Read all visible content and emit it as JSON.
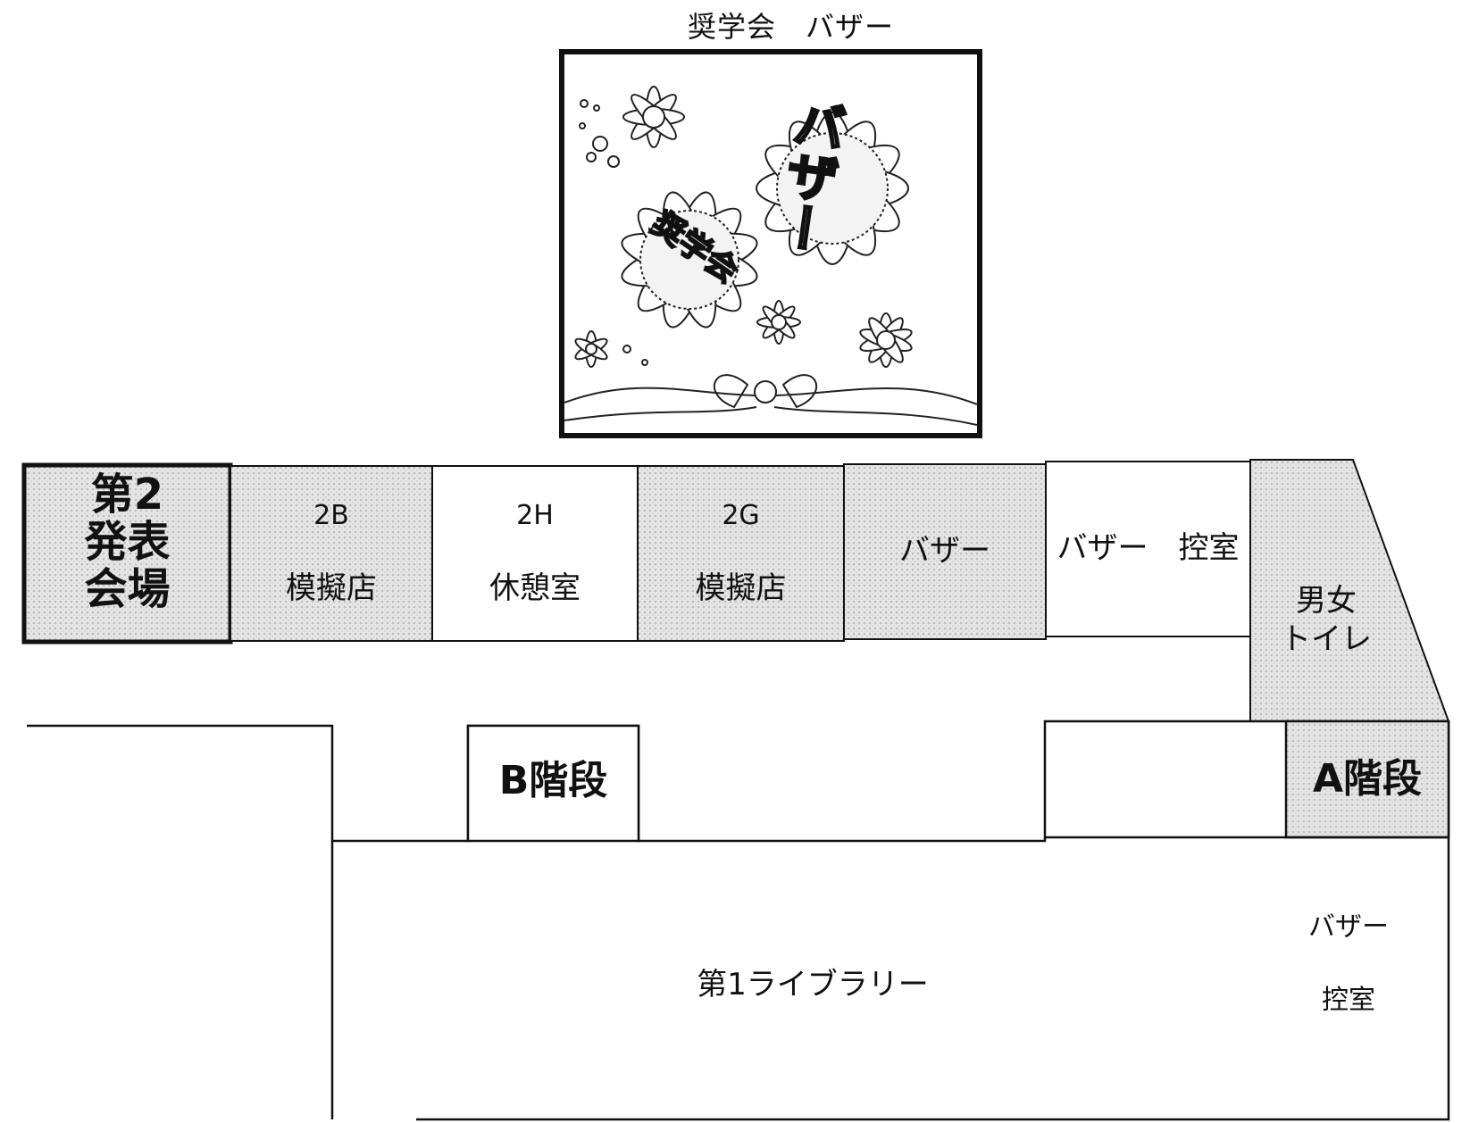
{
  "poster": {
    "title": "奨学会　バザー",
    "art_text_left": "奨学会",
    "art_text_right": "バザー"
  },
  "hall2": {
    "line1": "第2",
    "line2": "発表",
    "line3": "会場"
  },
  "rooms": [
    {
      "num": "2B",
      "name": "模擬店"
    },
    {
      "num": "2H",
      "name": "休憩室"
    },
    {
      "num": "2G",
      "name": "模擬店"
    },
    {
      "num": "",
      "name": "バザー"
    },
    {
      "num": "",
      "name": "バザー　控室"
    }
  ],
  "toilet": {
    "line1": "男女",
    "line2": "トイレ"
  },
  "stairs_b": "B階段",
  "stairs_a": "A階段",
  "library": "第1ライブラリー",
  "bazaar_waiting": {
    "line1": "バザー",
    "line2": "控室"
  },
  "colors": {
    "line": "#111111",
    "shade": "#d8d8d8",
    "background": "#ffffff"
  }
}
